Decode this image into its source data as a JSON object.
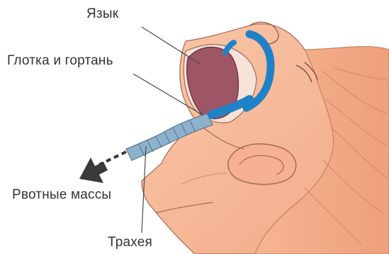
{
  "labels": {
    "tongue": "Язык",
    "pharynx_larynx": "Глотка и гортань",
    "vomit": "Рвотные массы",
    "trachea": "Трахея"
  },
  "colors": {
    "skin": "#f6b693",
    "skin_shadow": "#e79a7b",
    "tongue": "#9e5566",
    "airway": "#1f82c8",
    "trachea": "#8fb2cc",
    "arrow": "#3a3a3a",
    "line": "#4a4a4a"
  },
  "icons": {
    "arrow": "arrow-left-down-icon"
  }
}
